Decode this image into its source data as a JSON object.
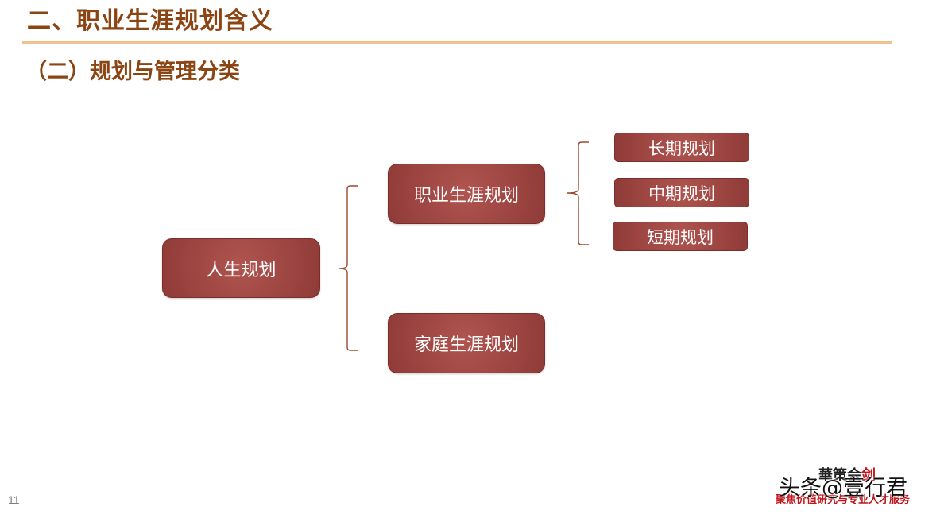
{
  "header": {
    "title": "二、职业生涯规划含义",
    "subtitle": "（二）规划与管理分类"
  },
  "diagram": {
    "root": {
      "label": "人生规划"
    },
    "branches": [
      {
        "label": "职业生涯规划",
        "children": [
          {
            "label": "长期规划"
          },
          {
            "label": "中期规划"
          },
          {
            "label": "短期规划"
          }
        ]
      },
      {
        "label": "家庭生涯规划"
      }
    ],
    "bracket_color": "#9a4a2e",
    "node_color": "#9e4642"
  },
  "footer": {
    "page_number": "11",
    "logo_main_prefix": "華策",
    "logo_main_suffix": "会",
    "logo_accent": "剑",
    "logo_tagline": "聚焦价值研究与专业人才服务",
    "watermark": "头条@壹行君"
  }
}
